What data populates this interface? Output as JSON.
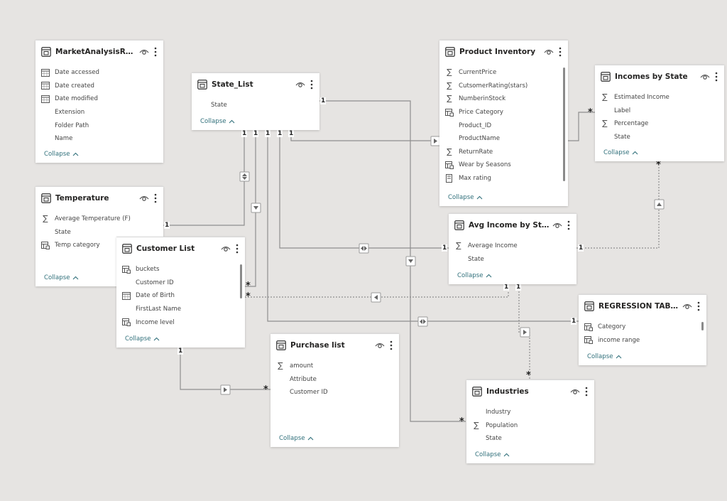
{
  "tables": {
    "market": {
      "title": "MarketAnalysisRepor...",
      "fields": [
        {
          "icon": "calendar",
          "name": "Date accessed"
        },
        {
          "icon": "calendar",
          "name": "Date created"
        },
        {
          "icon": "calendar",
          "name": "Date modified"
        },
        {
          "icon": "none",
          "name": "Extension"
        },
        {
          "icon": "none",
          "name": "Folder Path"
        },
        {
          "icon": "none",
          "name": "Name"
        }
      ],
      "collapse": "Collapse"
    },
    "state": {
      "title": "State_List",
      "fields": [
        {
          "icon": "none",
          "name": "State"
        }
      ],
      "collapse": "Collapse"
    },
    "temp": {
      "title": "Temperature",
      "fields": [
        {
          "icon": "sigma",
          "name": "Average Temperature (F)"
        },
        {
          "icon": "none",
          "name": "State"
        },
        {
          "icon": "calc",
          "name": "Temp category"
        }
      ],
      "collapse": "Collapse"
    },
    "customer": {
      "title": "Customer List",
      "fields": [
        {
          "icon": "calc",
          "name": "buckets"
        },
        {
          "icon": "none",
          "name": "Customer ID"
        },
        {
          "icon": "calendar",
          "name": "Date of Birth"
        },
        {
          "icon": "none",
          "name": "FirstLast Name"
        },
        {
          "icon": "calc",
          "name": "Income level"
        }
      ],
      "collapse": "Collapse"
    },
    "product": {
      "title": "Product Inventory",
      "fields": [
        {
          "icon": "sigma",
          "name": "CurrentPrice"
        },
        {
          "icon": "sigma",
          "name": "CutsomerRating(stars)"
        },
        {
          "icon": "sigma",
          "name": "NumberinStock"
        },
        {
          "icon": "calc",
          "name": "Price Category"
        },
        {
          "icon": "none",
          "name": "Product_ID"
        },
        {
          "icon": "none",
          "name": "ProductName"
        },
        {
          "icon": "sigma",
          "name": "ReturnRate"
        },
        {
          "icon": "calc",
          "name": "Wear by Seasons"
        },
        {
          "icon": "measure",
          "name": "Max rating"
        }
      ],
      "collapse": "Collapse"
    },
    "incomes": {
      "title": "Incomes by State",
      "fields": [
        {
          "icon": "sigma",
          "name": "Estimated Income"
        },
        {
          "icon": "none",
          "name": "Label"
        },
        {
          "icon": "sigma",
          "name": "Percentage"
        },
        {
          "icon": "none",
          "name": "State"
        }
      ],
      "collapse": "Collapse"
    },
    "avg": {
      "title": "Avg Income by State",
      "fields": [
        {
          "icon": "sigma",
          "name": "Average Income"
        },
        {
          "icon": "none",
          "name": "State"
        }
      ],
      "collapse": "Collapse"
    },
    "regression": {
      "title": "REGRESSION TABLE",
      "fields": [
        {
          "icon": "calc",
          "name": "Category"
        },
        {
          "icon": "calc",
          "name": "income range"
        }
      ],
      "collapse": "Collapse"
    },
    "purchase": {
      "title": "Purchase list",
      "fields": [
        {
          "icon": "sigma",
          "name": "amount"
        },
        {
          "icon": "none",
          "name": "Attribute"
        },
        {
          "icon": "none",
          "name": "Customer ID"
        }
      ],
      "collapse": "Collapse"
    },
    "industries": {
      "title": "Industries",
      "fields": [
        {
          "icon": "none",
          "name": "Industry"
        },
        {
          "icon": "sigma",
          "name": "Population"
        },
        {
          "icon": "none",
          "name": "State"
        }
      ],
      "collapse": "Collapse"
    }
  },
  "cardinality": {
    "one": "1",
    "many": "*"
  },
  "colors": {
    "canvas": "#e6e4e2",
    "line": "#8e8e8e",
    "collapse": "#2f6f7a"
  }
}
